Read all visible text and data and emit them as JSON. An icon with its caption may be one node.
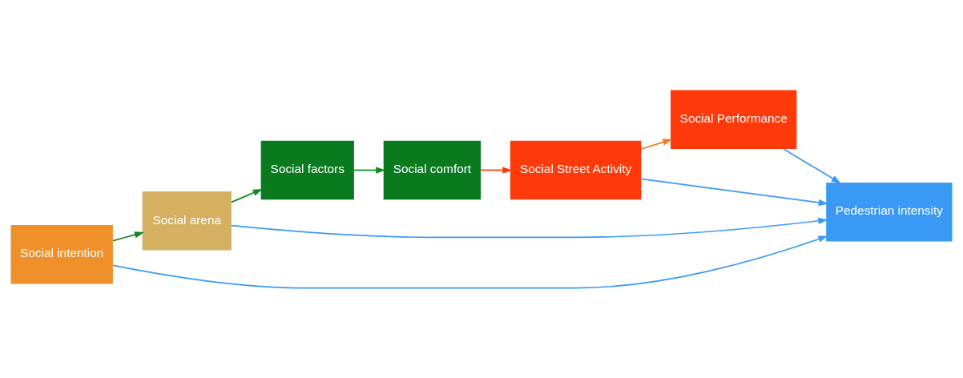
{
  "diagram": {
    "nodes": [
      {
        "text": [
          "Social intention"
        ]
      },
      {
        "text": [
          "Social arena"
        ]
      },
      {
        "text": [
          "Social factors"
        ]
      },
      {
        "text": [
          "Social comfort"
        ]
      },
      {
        "text": [
          "Social Street Activity"
        ]
      },
      {
        "text": [
          "Social Performance"
        ]
      },
      {
        "text": [
          "Pedestrian intensity"
        ]
      }
    ],
    "edges": [
      {
        "from": 0,
        "to": 1,
        "arrow": "to",
        "color": "#108a1e"
      },
      {
        "from": 1,
        "to": 2,
        "arrow": "to",
        "color": "#108a1e"
      },
      {
        "from": 2,
        "to": 3,
        "arrow": "to",
        "color": "#108a1e"
      },
      {
        "from": 3,
        "to": 4,
        "arrow": "to",
        "color": "#ff3a0a"
      },
      {
        "from": 4,
        "to": 5,
        "arrow": "to",
        "color": "#f07a2a"
      },
      {
        "from": 5,
        "to": 6,
        "arrow": "to"
      },
      {
        "from": 4,
        "to": 6,
        "arrow": "to"
      },
      {
        "from": 1,
        "to": 6,
        "arrow": "to"
      },
      {
        "from": 0,
        "to": 6,
        "arrow": "to"
      }
    ]
  }
}
